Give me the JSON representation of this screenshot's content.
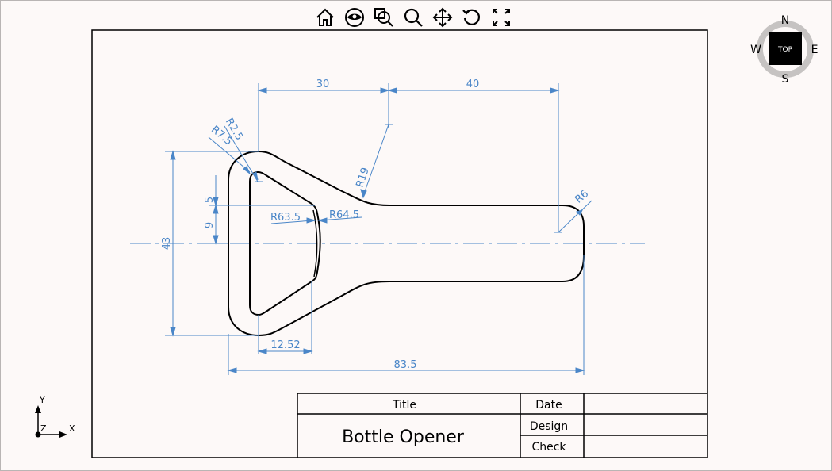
{
  "toolbar": {
    "buttons": [
      {
        "name": "home",
        "icon": "home-icon"
      },
      {
        "name": "view",
        "icon": "eye-icon"
      },
      {
        "name": "zoom-window",
        "icon": "zoom-window-icon"
      },
      {
        "name": "zoom",
        "icon": "magnifier-icon"
      },
      {
        "name": "pan",
        "icon": "move-arrows-icon"
      },
      {
        "name": "rotate",
        "icon": "rotate-icon"
      },
      {
        "name": "fullscreen",
        "icon": "fullscreen-icon"
      }
    ]
  },
  "viewcube": {
    "face": "TOP",
    "north": "N",
    "south": "S",
    "east": "E",
    "west": "W"
  },
  "axes": {
    "x": "X",
    "y": "Y",
    "z": "Z"
  },
  "dimensions": {
    "d30": "30",
    "d40": "40",
    "r25": "R2.5",
    "r75": "R7.5",
    "r19": "R19",
    "r6": "R6",
    "d5": "5",
    "d9": "9",
    "d43": "43",
    "r635": "R63.5",
    "r645": "R64.5",
    "d1252": "12.52",
    "d835": "83.5"
  },
  "title_block": {
    "title_label": "Title",
    "title_value": "Bottle Opener",
    "date_label": "Date",
    "design_label": "Design",
    "check_label": "Check",
    "date_value": "",
    "design_value": "",
    "check_value": ""
  },
  "colors": {
    "dimension": "#4a86c8",
    "outline": "#000000",
    "background": "#fdf9f8"
  }
}
